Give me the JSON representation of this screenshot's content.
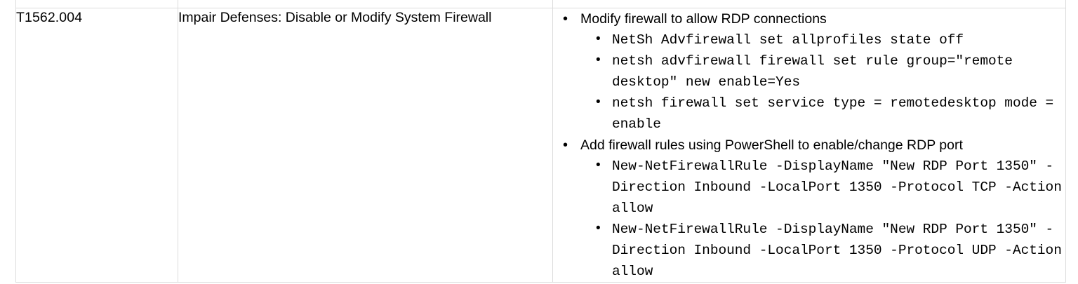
{
  "table": {
    "row": {
      "technique_id": "T1562.004",
      "technique_name": "Impair Defenses: Disable or Modify System Firewall",
      "commands": [
        {
          "label": "Modify firewall to allow RDP connections",
          "items": [
            "NetSh Advfirewall set allprofiles state off",
            "netsh advfirewall firewall set rule group=\"remote desktop\" new enable=Yes",
            "netsh firewall set service type = remotedesktop mode = enable"
          ]
        },
        {
          "label": "Add firewall rules using PowerShell to enable/change RDP port",
          "items": [
            "New-NetFirewallRule -DisplayName \"New RDP Port 1350\" -Direction Inbound -LocalPort 1350 -Protocol TCP -Action allow",
            "New-NetFirewallRule -DisplayName \"New RDP Port 1350\" -Direction Inbound -LocalPort 1350 -Protocol UDP -Action allow"
          ]
        }
      ]
    }
  },
  "style": {
    "border_color": "#dcdcdc",
    "text_color": "#000000",
    "background": "#ffffff"
  }
}
